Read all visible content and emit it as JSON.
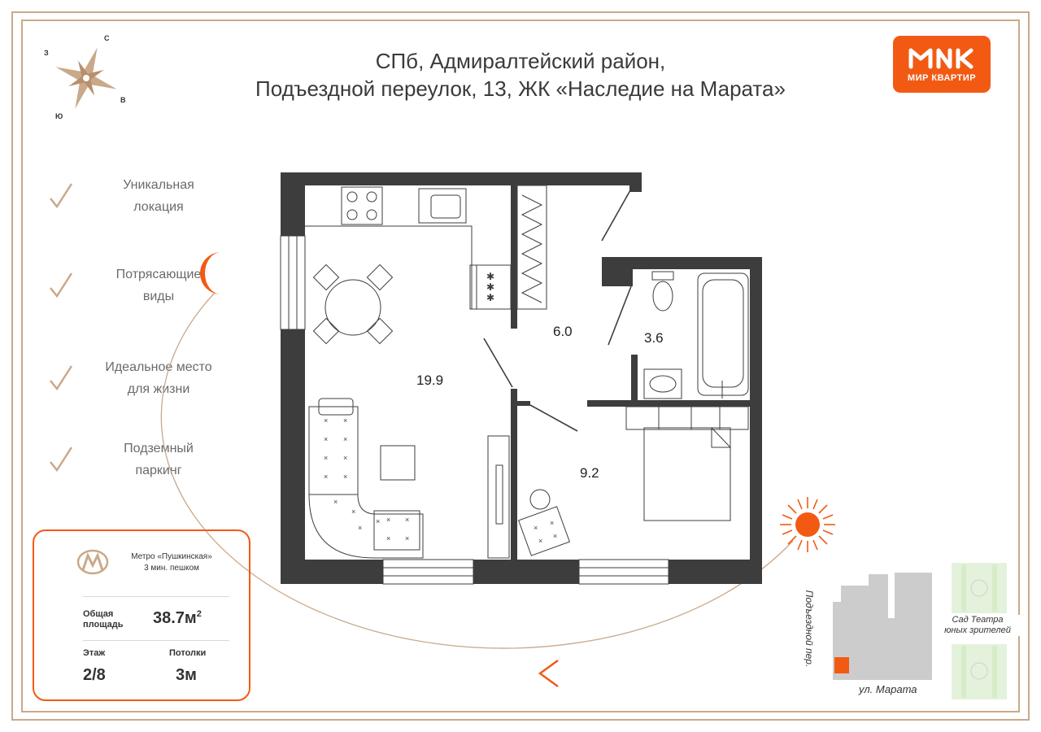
{
  "title": {
    "line1": "СПб, Адмиралтейский район,",
    "line2": "Подъездной переулок, 13, ЖК «Наследие на Марата»"
  },
  "logo": {
    "text": "МИР КВАРТИР"
  },
  "compass": {
    "north": "С",
    "west": "З",
    "east": "В",
    "south": "Ю"
  },
  "features": [
    {
      "line1": "Уникальная",
      "line2": "локация"
    },
    {
      "line1": "Потрясающие",
      "line2": "виды"
    },
    {
      "line1": "Идеальное место",
      "line2": "для жизни"
    },
    {
      "line1": "Подземный",
      "line2": "паркинг"
    }
  ],
  "info": {
    "metro_name": "Метро «Пушкинская»",
    "metro_walk": "3 мин. пешком",
    "area_label_1": "Общая",
    "area_label_2": "площадь",
    "area_value": "38.7м",
    "area_sup": "2",
    "floor_label": "Этаж",
    "floor_value": "2/8",
    "ceiling_label": "Потолки",
    "ceiling_value": "3м"
  },
  "rooms": {
    "living": "19.9",
    "hall": "6.0",
    "bath": "3.6",
    "bedroom": "9.2"
  },
  "map": {
    "street_side": "Подъездной пер.",
    "street_bottom": "ул. Марата",
    "garden_1": "Сад Театра",
    "garden_2": "юных зрителей"
  },
  "colors": {
    "accent": "#f25a14",
    "frame": "#c9a98a",
    "wall": "#3d3d3d",
    "text": "#333333"
  }
}
